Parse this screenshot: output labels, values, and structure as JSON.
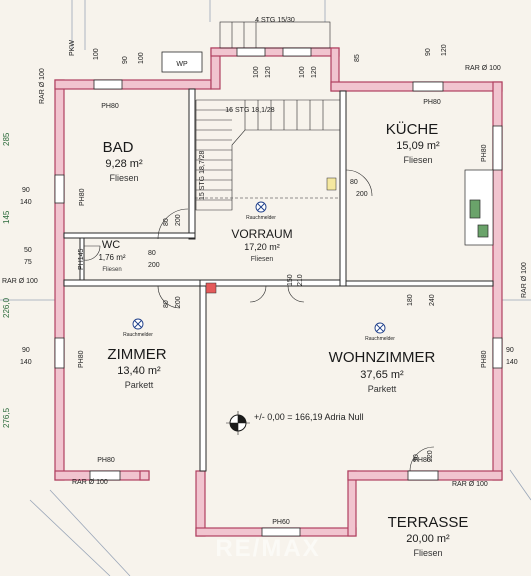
{
  "stair_top": "4 STG 15/30",
  "stair_main": "16 STG 18,1/28",
  "stair_side": "15 STG 18,7/28",
  "wp_label": "WP",
  "rooms": {
    "bad": {
      "title": "BAD",
      "area": "9,28 m²",
      "floor": "Fliesen"
    },
    "kueche": {
      "title": "KÜCHE",
      "area": "15,09 m²",
      "floor": "Fliesen"
    },
    "vorraum": {
      "title": "VORRAUM",
      "area": "17,20 m²",
      "floor": "Fliesen"
    },
    "wc": {
      "title": "WC",
      "area": "1,76 m²",
      "floor": "Fliesen"
    },
    "zimmer": {
      "title": "ZIMMER",
      "area": "13,40 m²",
      "floor": "Parkett"
    },
    "wohnzimmer": {
      "title": "WOHNZIMMER",
      "area": "37,65 m²",
      "floor": "Parkett"
    },
    "terrasse": {
      "title": "TERRASSE",
      "area": "20,00 m²",
      "floor": "Fliesen"
    }
  },
  "smoke_label": "Rauchmelder",
  "elevation": "+/- 0,00 = 166,19 Adria Null",
  "rar": "RAR Ø 100",
  "ph80": "PH80",
  "ph60": "PH60",
  "ph145": "PH145",
  "pkw": "PKW",
  "dims": {
    "d90": "90",
    "d100": "100",
    "d120": "120",
    "d140": "140",
    "d150": "150",
    "d180": "180",
    "d200": "200",
    "d210": "210",
    "d220": "220",
    "d240": "240",
    "d80": "80",
    "d50": "50",
    "d75": "75",
    "d145": "145",
    "d285": "285",
    "d2260": "226,0",
    "d2765": "276,5",
    "d85": "85"
  },
  "watermark": "RE/MAX",
  "colors": {
    "wall_fill": "#f1c4cf",
    "wall_stroke": "#b04060",
    "paper": "#f7f3ec",
    "line": "#2a2a2a"
  }
}
